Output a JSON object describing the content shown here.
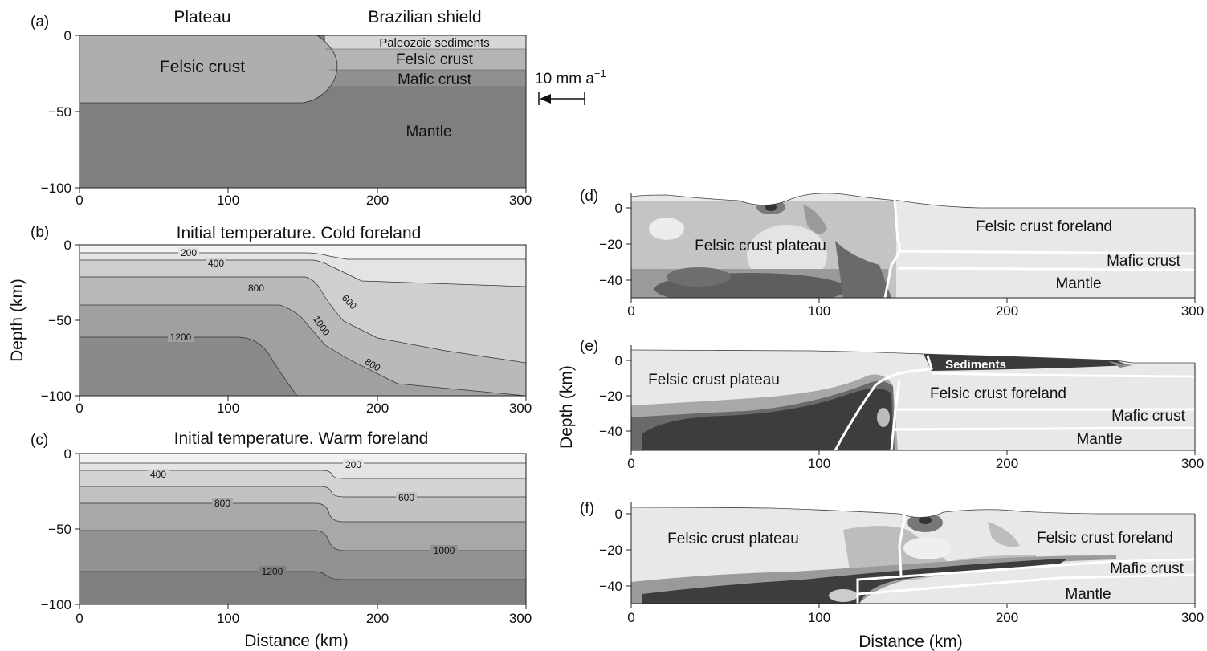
{
  "panels": {
    "a": {
      "letter": "(a)",
      "left_title": "Plateau",
      "right_title": "Brazilian shield",
      "layers": {
        "felsic_plateau": "Felsic crust",
        "paleozoic": "Paleozoic sediments",
        "felsic_shield": "Felsic crust",
        "mafic": "Mafic crust",
        "mantle": "Mantle"
      },
      "velocity": {
        "label": "10 mm a",
        "exponent": "−1"
      },
      "y_ticks": [
        "0",
        "−50",
        "−100"
      ],
      "x_ticks": [
        "0",
        "100",
        "200",
        "300"
      ]
    },
    "b": {
      "letter": "(b)",
      "title": "Initial temperature. Cold foreland",
      "contour_labels": [
        "200",
        "400",
        "800",
        "600",
        "1000",
        "800",
        "1200"
      ],
      "y_ticks": [
        "0",
        "−50",
        "−100"
      ],
      "x_ticks": [
        "0",
        "100",
        "200",
        "300"
      ]
    },
    "c": {
      "letter": "(c)",
      "title": "Initial temperature. Warm foreland",
      "contour_labels": [
        "200",
        "400",
        "600",
        "800",
        "1000",
        "1200"
      ],
      "y_ticks": [
        "0",
        "−50",
        "−100"
      ],
      "x_ticks": [
        "0",
        "100",
        "200",
        "300"
      ]
    },
    "d": {
      "letter": "(d)",
      "labels": {
        "plateau": "Felsic crust plateau",
        "foreland": "Felsic crust foreland",
        "mafic": "Mafic crust",
        "mantle": "Mantle"
      },
      "y_ticks": [
        "0",
        "−20",
        "−40"
      ],
      "x_ticks": [
        "0",
        "100",
        "200",
        "300"
      ]
    },
    "e": {
      "letter": "(e)",
      "labels": {
        "plateau": "Felsic crust plateau",
        "sediments": "Sediments",
        "foreland": "Felsic crust foreland",
        "mafic": "Mafic crust",
        "mantle": "Mantle"
      },
      "y_ticks": [
        "0",
        "−20",
        "−40"
      ],
      "x_ticks": [
        "0",
        "100",
        "200",
        "300"
      ]
    },
    "f": {
      "letter": "(f)",
      "labels": {
        "plateau": "Felsic crust plateau",
        "foreland": "Felsic crust foreland",
        "mafic": "Mafic crust",
        "mantle": "Mantle"
      },
      "y_ticks": [
        "0",
        "−20",
        "−40"
      ],
      "x_ticks": [
        "0",
        "100",
        "200",
        "300"
      ]
    }
  },
  "axes": {
    "left_ylabel": "Depth (km)",
    "right_ylabel": "Depth (km)",
    "left_xlabel": "Distance (km)",
    "right_xlabel": "Distance (km)"
  }
}
